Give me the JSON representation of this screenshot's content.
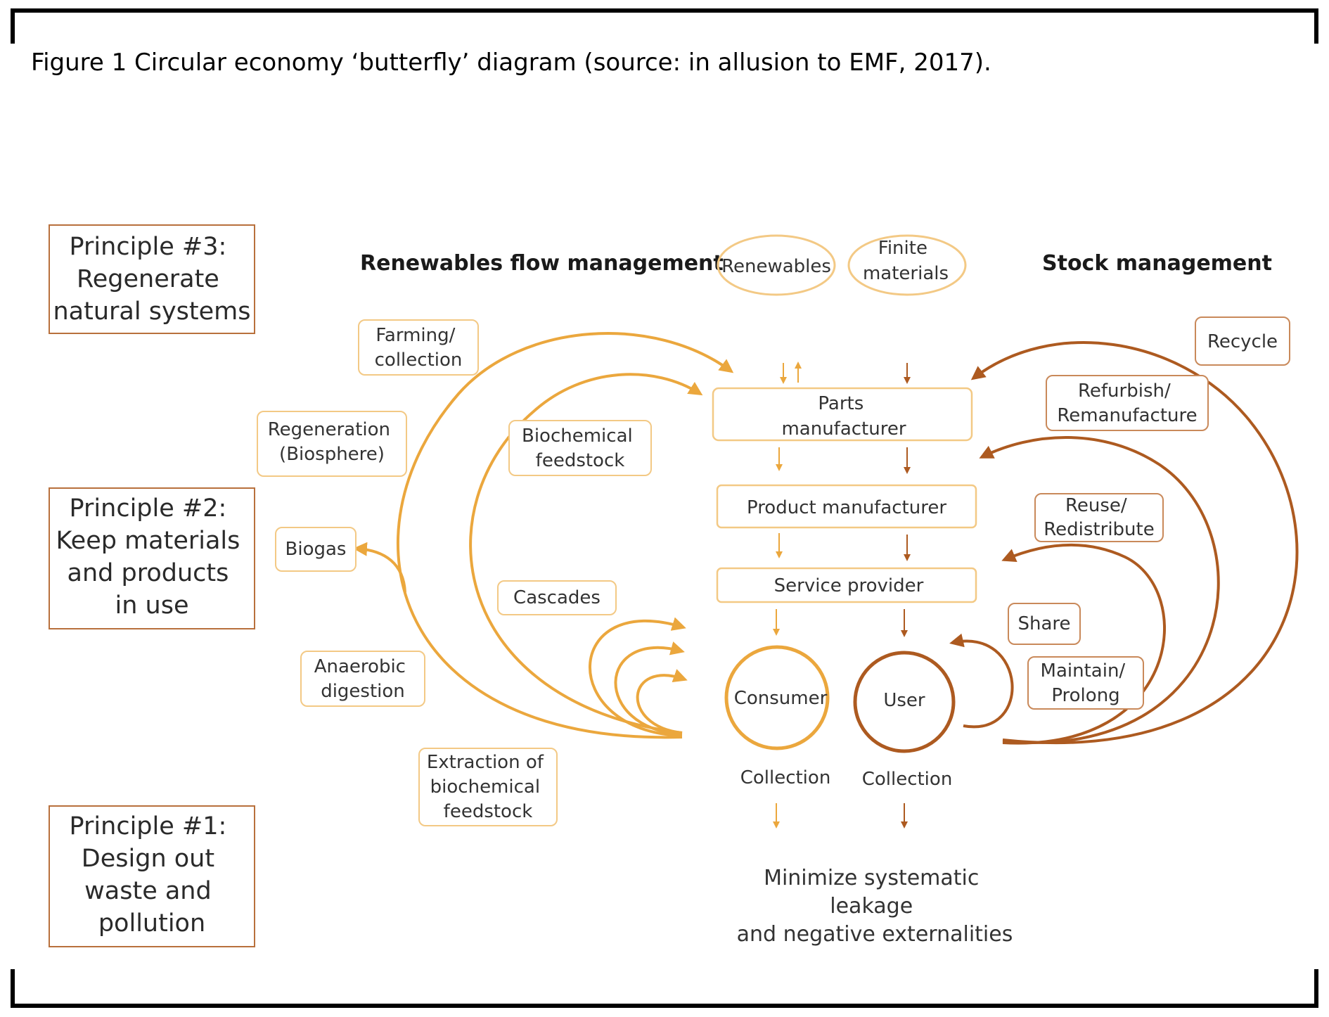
{
  "caption": "Figure 1 Circular economy ‘butterfly’ diagram (source: in allusion to EMF, 2017).",
  "colors": {
    "frame": "#000000",
    "principle_border": "#b8703c",
    "renewables": "#eba73d",
    "renewables_light": "#f3c985",
    "technical": "#ad5a20",
    "text": "#333333"
  },
  "principles": {
    "p3": [
      "Principle #3:",
      "Regenerate",
      "natural systems"
    ],
    "p2": [
      "Principle #2:",
      "Keep materials",
      "and products",
      "in use"
    ],
    "p1": [
      "Principle #1:",
      "Design out",
      "waste and",
      "pollution"
    ]
  },
  "headings": {
    "renewables_flow": "Renewables flow management",
    "stock": "Stock management"
  },
  "sources": {
    "renewables": "Renewables",
    "finite": [
      "Finite",
      "materials"
    ]
  },
  "chain": {
    "parts": [
      "Parts",
      "manufacturer"
    ],
    "product": "Product manufacturer",
    "service": "Service provider",
    "consumer": "Consumer",
    "user": "User",
    "collection_left": "Collection",
    "collection_right": "Collection"
  },
  "bio_loops": {
    "farming": [
      "Farming/",
      "collection"
    ],
    "regeneration": [
      "Regeneration",
      "(Biosphere)"
    ],
    "biochemical": [
      "Biochemical",
      "feedstock"
    ],
    "biogas": "Biogas",
    "cascades": "Cascades",
    "anaerobic": [
      "Anaerobic",
      "digestion"
    ],
    "extraction": [
      "Extraction of",
      "biochemical",
      "feedstock"
    ]
  },
  "tech_loops": {
    "recycle": "Recycle",
    "refurbish": [
      "Refurbish/",
      "Remanufacture"
    ],
    "reuse": [
      "Reuse/",
      "Redistribute"
    ],
    "share": "Share",
    "maintain": [
      "Maintain/",
      "Prolong"
    ]
  },
  "leakage": [
    "Minimize systematic",
    "leakage",
    "and negative externalities"
  ]
}
